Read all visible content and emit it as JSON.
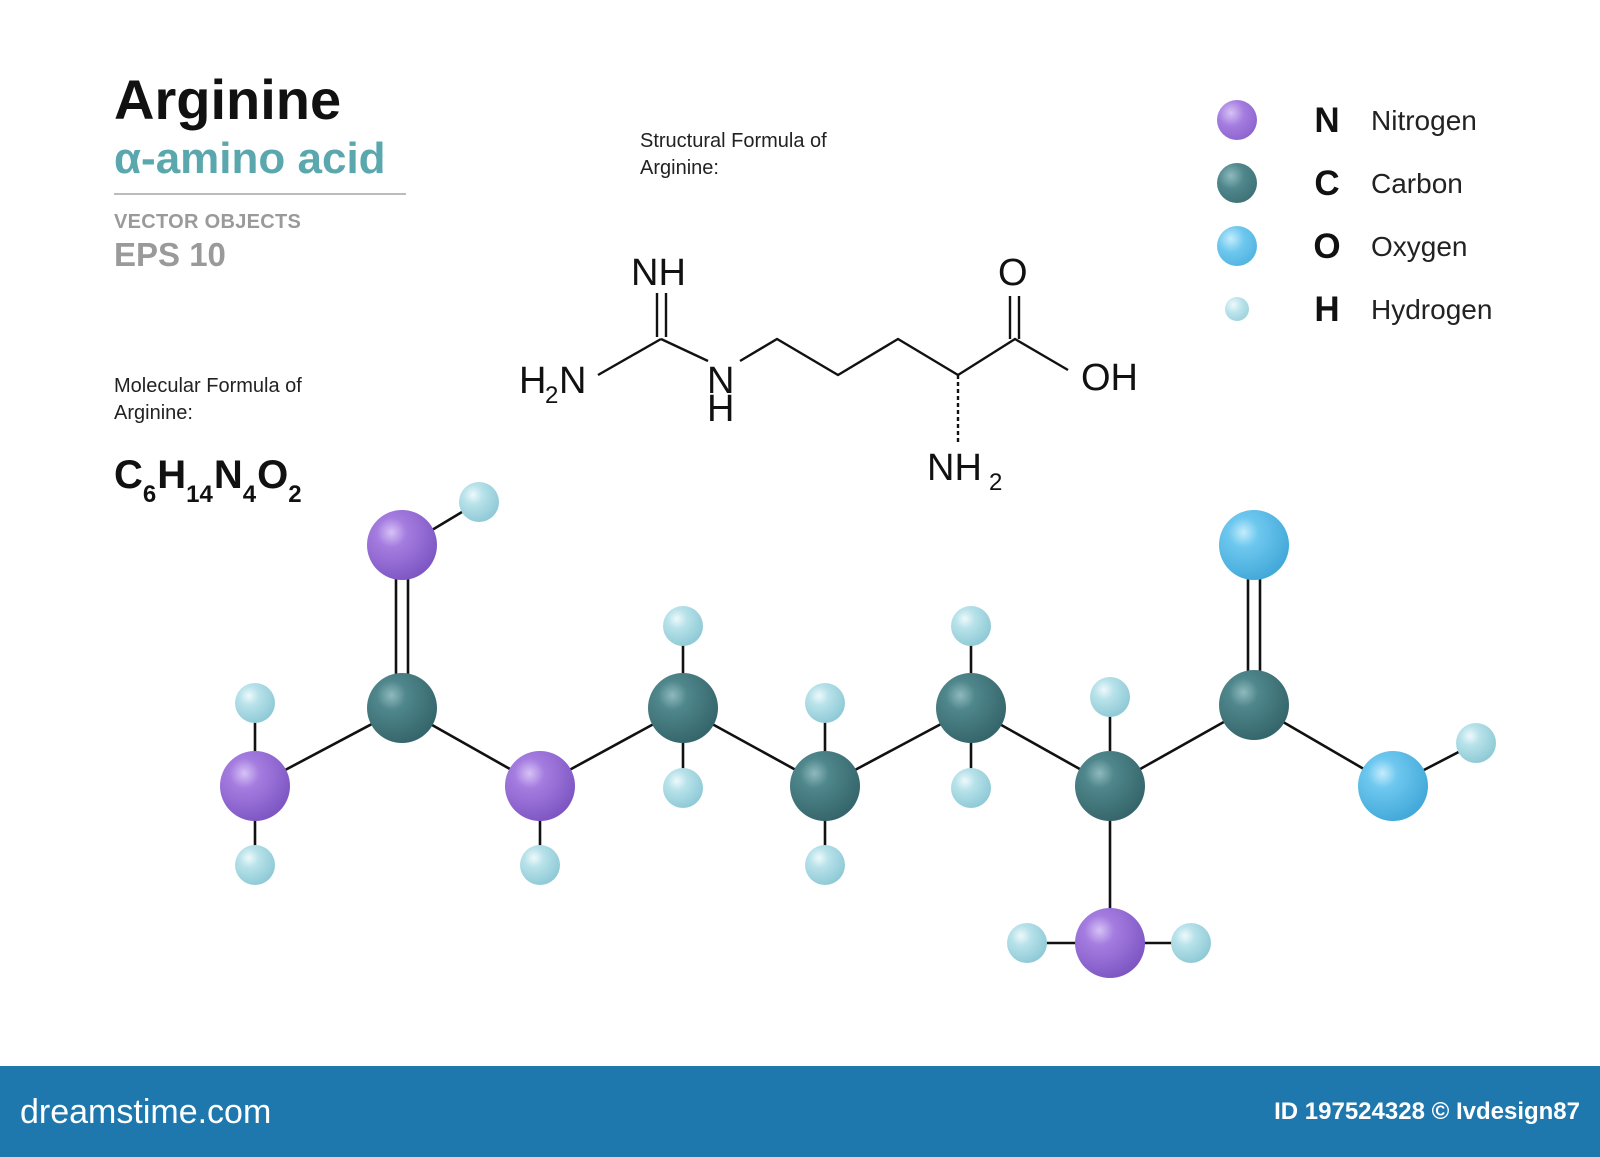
{
  "header": {
    "title": "Arginine",
    "subtitle": "α-amino acid",
    "vector_label": "VECTOR OBJECTS",
    "eps_label": "EPS 10"
  },
  "molecular": {
    "caption_line1": "Molecular Formula of",
    "caption_line2": "Arginine:",
    "formula": [
      {
        "el": "C",
        "n": "6"
      },
      {
        "el": "H",
        "n": "14"
      },
      {
        "el": "N",
        "n": "4"
      },
      {
        "el": "O",
        "n": "2"
      }
    ]
  },
  "structural": {
    "caption_line1": "Structural  Formula of",
    "caption_line2": "Arginine:",
    "labels": {
      "nh_top": "NH",
      "h2n": "H",
      "h2n_sub": "2",
      "h2n_n": "N",
      "n": "N",
      "h": "H",
      "o": "O",
      "oh": "OH",
      "nh2": "NH",
      "nh2_sub": "2"
    }
  },
  "legend": [
    {
      "symbol": "N",
      "name": "Nitrogen",
      "color": "#a57de0"
    },
    {
      "symbol": "C",
      "name": "Carbon",
      "color": "#4f878c"
    },
    {
      "symbol": "O",
      "name": "Oxygen",
      "color": "#6ec8ef"
    },
    {
      "symbol": "H",
      "name": "Hydrogen",
      "color": "#b8e2ea"
    }
  ],
  "colors": {
    "nitrogen": "#a57de0",
    "carbon": "#4f878c",
    "oxygen": "#6ec8ef",
    "hydrogen": "#b8e2ea",
    "footer": "#1e78ad",
    "accent": "#5aa8ae"
  },
  "footer": {
    "brand": "dreamstime.com",
    "credit": "ID 197524328 © Ivdesign87"
  }
}
